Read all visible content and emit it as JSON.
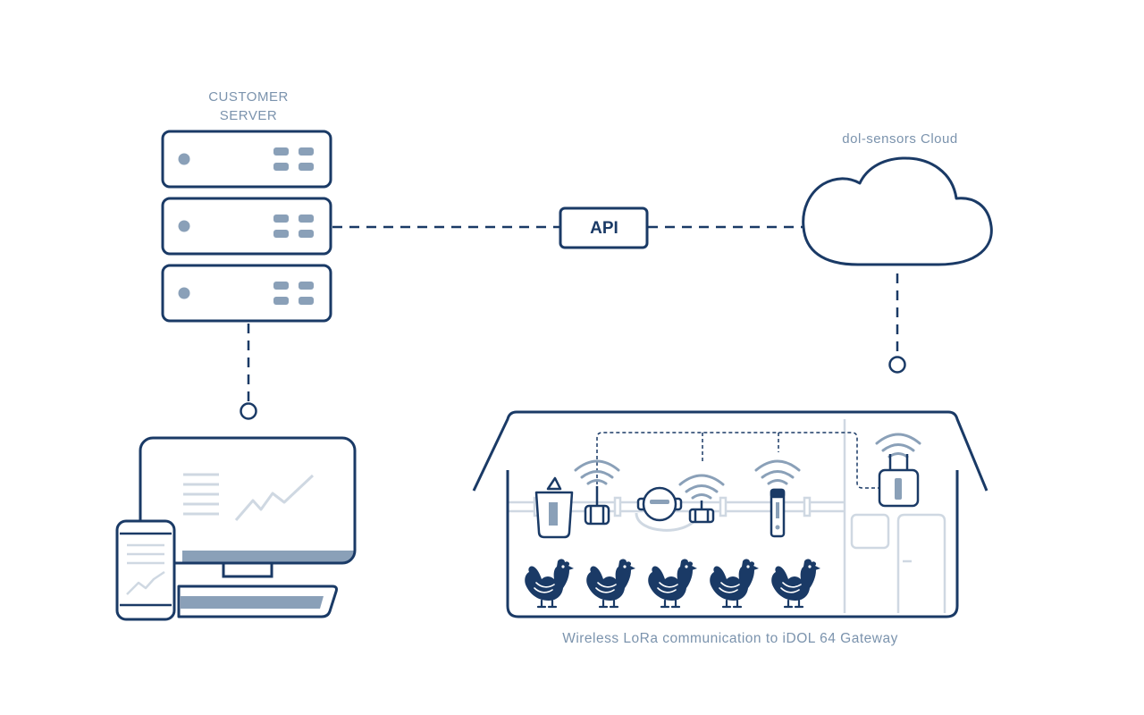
{
  "labels": {
    "server_line1": "CUSTOMER",
    "server_line2": "SERVER",
    "cloud": "dol-sensors Cloud",
    "api": "API",
    "footer": "Wireless LoRa communication to iDOL 64 Gateway"
  },
  "colors": {
    "primary": "#1a3a66",
    "label_grey_blue": "#7b93ad",
    "accent_fill": "#8aa0b8",
    "light_grey": "#cfd8e2",
    "background": "#ffffff"
  },
  "icons": [
    "server-icon",
    "cloud-icon",
    "monitor-icon",
    "smartphone-icon",
    "barn-icon",
    "sensor-icon",
    "wifi-icon",
    "gateway-icon",
    "chicken-icon"
  ]
}
